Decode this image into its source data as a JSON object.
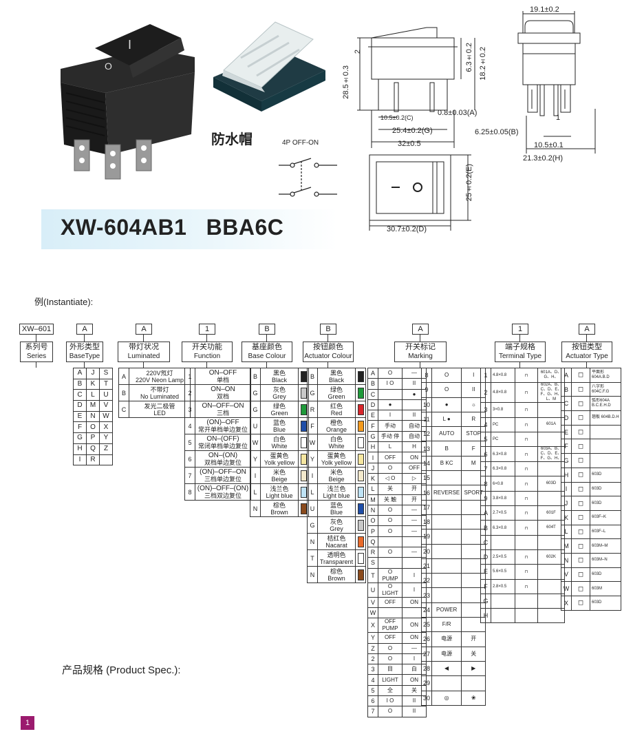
{
  "product": {
    "model": "XW-604AB1",
    "suffix": "BBA6C",
    "cap_label": "防水帽",
    "circuit_label": "4P  OFF-ON",
    "rocker_marks": {
      "off": "O",
      "on": "I"
    }
  },
  "dims": {
    "d_28_5": "28.5±0.3",
    "d_2": "2",
    "d_6_3": "6.3±0.2",
    "d_18_2": "18.2±0.2",
    "d_0_8": "0.8±0.03(A)",
    "d_10_5c": "10.5±0.2(C)",
    "d_25_4": "25.4±0.2(G)",
    "d_32": "32±0.5",
    "d_19_1": "19.1±0.2",
    "d_1": "1",
    "d_6_25": "6.25±0.05(B)",
    "d_10_5": "10.5±0.1",
    "d_21_3": "21.3±0.2(H)",
    "d_25e": "25±0.2(E)",
    "d_30_7": "30.7±0.2(D)"
  },
  "example_label": "例(Instantiate):",
  "spec_label": "产品规格 (Product Spec.):",
  "code_row": [
    "XW–601",
    "A",
    "A",
    "1",
    "B",
    "B",
    "A",
    "1",
    "A"
  ],
  "headers": [
    {
      "cn": "系列号",
      "en": "Series"
    },
    {
      "cn": "外形类型",
      "en": "BaseType"
    },
    {
      "cn": "带灯状况",
      "en": "Luminated"
    },
    {
      "cn": "开关功能",
      "en": "Function"
    },
    {
      "cn": "基座颜色",
      "en": "Base Colour"
    },
    {
      "cn": "按钮颜色",
      "en": "Actuator Colour"
    },
    {
      "cn": "开关标记",
      "en": "Marking"
    },
    {
      "cn": "端子规格",
      "en": "Terminal Type"
    },
    {
      "cn": "按钮类型",
      "en": "Actuator Type"
    }
  ],
  "basetype": [
    [
      "A",
      "J",
      "S"
    ],
    [
      "B",
      "K",
      "T"
    ],
    [
      "C",
      "L",
      "U"
    ],
    [
      "D",
      "M",
      "V"
    ],
    [
      "E",
      "N",
      "W"
    ],
    [
      "F",
      "O",
      "X"
    ],
    [
      "G",
      "P",
      "Y"
    ],
    [
      "H",
      "Q",
      "Z"
    ],
    [
      "I",
      "R",
      ""
    ]
  ],
  "luminated": [
    {
      "k": "A",
      "cn": "220V氖灯",
      "en": "220V Neon Lamp"
    },
    {
      "k": "B",
      "cn": "不带灯",
      "en": "No Luminated"
    },
    {
      "k": "C",
      "cn": "发光二极管",
      "en": "LED"
    }
  ],
  "function": [
    {
      "k": "1",
      "en": "ON–OFF",
      "cn": "单档"
    },
    {
      "k": "2",
      "en": "ON–ON",
      "cn": "双档"
    },
    {
      "k": "3",
      "en": "ON–OFF–ON",
      "cn": "三档"
    },
    {
      "k": "4",
      "en": "(ON)–OFF",
      "cn": "常开单档单边复位"
    },
    {
      "k": "5",
      "en": "ON–(OFF)",
      "cn": "常闭单档单边复位"
    },
    {
      "k": "6",
      "en": "ON–(ON)",
      "cn": "双档单边复位"
    },
    {
      "k": "7",
      "en": "(ON)–OFF–ON",
      "cn": "三档单边复位"
    },
    {
      "k": "8",
      "en": "(ON)–OFF–(ON)",
      "cn": "三档双边复位"
    }
  ],
  "base_colour": [
    {
      "k": "B",
      "cn": "黑色",
      "en": "Black",
      "c": "#222222"
    },
    {
      "k": "G",
      "cn": "灰色",
      "en": "Grey",
      "c": "#c8c8c8"
    },
    {
      "k": "G",
      "cn": "绿色",
      "en": "Green",
      "c": "#1f9a3a"
    },
    {
      "k": "U",
      "cn": "蓝色",
      "en": "Blue",
      "c": "#1f4ea8"
    },
    {
      "k": "W",
      "cn": "白色",
      "en": "White",
      "c": "#ffffff"
    },
    {
      "k": "Y",
      "cn": "蛋黄色",
      "en": "Yolk yellow",
      "c": "#f5e6a0"
    },
    {
      "k": "I",
      "cn": "米色",
      "en": "Beige",
      "c": "#f3e9cc"
    },
    {
      "k": "L",
      "cn": "浅兰色",
      "en": "Light blue",
      "c": "#bfe3f5"
    },
    {
      "k": "N",
      "cn": "棕色",
      "en": "Brown",
      "c": "#8a4a1c"
    }
  ],
  "actuator_colour": [
    {
      "k": "B",
      "cn": "黑色",
      "en": "Black",
      "c": "#222222"
    },
    {
      "k": "G",
      "cn": "绿色",
      "en": "Green",
      "c": "#1f9a3a"
    },
    {
      "k": "R",
      "cn": "红色",
      "en": "Red",
      "c": "#d8262b"
    },
    {
      "k": "F",
      "cn": "橙色",
      "en": "Orange",
      "c": "#f39a1e"
    },
    {
      "k": "W",
      "cn": "白色",
      "en": "White",
      "c": "#ffffff"
    },
    {
      "k": "Y",
      "cn": "蛋黄色",
      "en": "Yolk yellow",
      "c": "#f5e6a0"
    },
    {
      "k": "I",
      "cn": "米色",
      "en": "Beige",
      "c": "#f3e9cc"
    },
    {
      "k": "L",
      "cn": "浅兰色",
      "en": "Light blue",
      "c": "#bfe3f5"
    },
    {
      "k": "U",
      "cn": "蓝色",
      "en": "Blue",
      "c": "#1f4ea8"
    },
    {
      "k": "G",
      "cn": "灰色",
      "en": "Grey",
      "c": "#c8c8c8"
    },
    {
      "k": "N",
      "cn": "桔红色",
      "en": "Nacarat",
      "c": "#e86a2a"
    },
    {
      "k": "T",
      "cn": "透明色",
      "en": "Transparent",
      "c": "#ffffff"
    },
    {
      "k": "N",
      "cn": "棕色",
      "en": "Brown",
      "c": "#8a4a1c"
    }
  ],
  "marking_left": [
    {
      "k": "A",
      "a": "O",
      "b": "—"
    },
    {
      "k": "B",
      "a": "I  O",
      "b": "II"
    },
    {
      "k": "C",
      "a": "",
      "b": "●"
    },
    {
      "k": "D",
      "a": "●",
      "b": ""
    },
    {
      "k": "E",
      "a": "I",
      "b": "II"
    },
    {
      "k": "F",
      "a": "手动",
      "b": "自动"
    },
    {
      "k": "G",
      "a": "手动  停",
      "b": "自动"
    },
    {
      "k": "H",
      "a": "L",
      "b": "H"
    },
    {
      "k": "I",
      "a": "OFF",
      "b": "ON"
    },
    {
      "k": "J",
      "a": "O",
      "b": "OFF"
    },
    {
      "k": "K",
      "a": "◁  O",
      "b": "▷"
    },
    {
      "k": "L",
      "a": "关",
      "b": "开"
    },
    {
      "k": "M",
      "a": "关  触",
      "b": "开"
    },
    {
      "k": "N",
      "a": "O",
      "b": "—"
    },
    {
      "k": "O",
      "a": "O",
      "b": "—"
    },
    {
      "k": "P",
      "a": "O",
      "b": "—"
    },
    {
      "k": "Q",
      "a": "",
      "b": ""
    },
    {
      "k": "R",
      "a": "O",
      "b": "—"
    },
    {
      "k": "S",
      "a": "",
      "b": ""
    },
    {
      "k": "T",
      "a": "O  PUMP",
      "b": "I"
    },
    {
      "k": "U",
      "a": "O  LIGHT",
      "b": "I"
    },
    {
      "k": "V",
      "a": "OFF",
      "b": "ON"
    },
    {
      "k": "W",
      "a": "",
      "b": ""
    },
    {
      "k": "X",
      "a": "OFF PUMP",
      "b": "ON"
    },
    {
      "k": "Y",
      "a": "OFF",
      "b": "ON"
    },
    {
      "k": "Z",
      "a": "O",
      "b": "—"
    },
    {
      "k": "2",
      "a": "O",
      "b": "I"
    },
    {
      "k": "3",
      "a": "目",
      "b": "白"
    },
    {
      "k": "4",
      "a": "LIGHT",
      "b": "ON"
    },
    {
      "k": "5",
      "a": "全",
      "b": "关"
    },
    {
      "k": "6",
      "a": "I  O",
      "b": "II"
    },
    {
      "k": "7",
      "a": "O",
      "b": "II"
    }
  ],
  "marking_right": [
    {
      "k": "8",
      "a": "O",
      "b": "I"
    },
    {
      "k": "9",
      "a": "O",
      "b": "II"
    },
    {
      "k": "10",
      "a": "●",
      "b": "☼"
    },
    {
      "k": "11",
      "a": "L  ●",
      "b": "R"
    },
    {
      "k": "12",
      "a": "AUTO",
      "b": "STOP"
    },
    {
      "k": "13",
      "a": "B",
      "b": "F"
    },
    {
      "k": "14",
      "a": "B  KC",
      "b": "M"
    },
    {
      "k": "15",
      "a": "",
      "b": ""
    },
    {
      "k": "16",
      "a": "REVERSE",
      "b": "SPORT"
    },
    {
      "k": "17",
      "a": "",
      "b": ""
    },
    {
      "k": "18",
      "a": "",
      "b": ""
    },
    {
      "k": "19",
      "a": "",
      "b": ""
    },
    {
      "k": "20",
      "a": "",
      "b": ""
    },
    {
      "k": "21",
      "a": "",
      "b": ""
    },
    {
      "k": "22",
      "a": "",
      "b": ""
    },
    {
      "k": "23",
      "a": "",
      "b": ""
    },
    {
      "k": "24",
      "a": "POWER",
      "b": ""
    },
    {
      "k": "25",
      "a": "F/R",
      "b": ""
    },
    {
      "k": "26",
      "a": "电源",
      "b": "开"
    },
    {
      "k": "27",
      "a": "电源",
      "b": "关"
    },
    {
      "k": "28",
      "a": "◀",
      "b": "▶"
    },
    {
      "k": "29",
      "a": "",
      "b": ""
    },
    {
      "k": "30",
      "a": "◎",
      "b": "❀"
    }
  ],
  "terminal": [
    {
      "k": "1",
      "s": "4.8×0.8",
      "t": "601A、D、G、H、"
    },
    {
      "k": "2",
      "s": "4.8×0.8",
      "t": "602A、B、C、D、E、F、G、H、L、M"
    },
    {
      "k": "3",
      "s": "3×0.8",
      "t": ""
    },
    {
      "k": "4",
      "s": "PC",
      "t": "601A"
    },
    {
      "k": "5",
      "s": "PC",
      "t": ""
    },
    {
      "k": "6",
      "s": "6.3×0.8",
      "t": "603A、B、C、D、E、F、G、H、"
    },
    {
      "k": "7",
      "s": "6.3×0.8",
      "t": ""
    },
    {
      "k": "8",
      "s": "6×0.8",
      "t": "603D"
    },
    {
      "k": "9",
      "s": "3.8×0.8",
      "t": ""
    },
    {
      "k": "A",
      "s": "2.7×0.5",
      "t": "601F"
    },
    {
      "k": "B",
      "s": "6.3×0.8",
      "t": "604T"
    },
    {
      "k": "C",
      "s": "",
      "t": ""
    },
    {
      "k": "D",
      "s": "2.5×0.5",
      "t": "602K"
    },
    {
      "k": "E",
      "s": "5.6×0.5",
      "t": ""
    },
    {
      "k": "F",
      "s": "2.8×0.5",
      "t": ""
    },
    {
      "k": "G",
      "s": "",
      "t": ""
    },
    {
      "k": "H",
      "s": "",
      "t": ""
    }
  ],
  "actuator_type": [
    {
      "k": "A",
      "t": "平面形 604A.B.D"
    },
    {
      "k": "B",
      "t": "八字形 604C.F.G"
    },
    {
      "k": "C",
      "t": "弧形604A B.C.E.H.D"
    },
    {
      "k": "D",
      "t": "翘板 604B.D.H"
    },
    {
      "k": "E",
      "t": ""
    },
    {
      "k": "F",
      "t": ""
    },
    {
      "k": "G",
      "t": ""
    },
    {
      "k": "H",
      "t": "603D"
    },
    {
      "k": "I",
      "t": "603D"
    },
    {
      "k": "J",
      "t": "603D"
    },
    {
      "k": "K",
      "t": "603F–K"
    },
    {
      "k": "L",
      "t": "603F–L"
    },
    {
      "k": "M",
      "t": "603M–M"
    },
    {
      "k": "N",
      "t": "603M–N"
    },
    {
      "k": "V",
      "t": "603D"
    },
    {
      "k": "W",
      "t": "603M"
    },
    {
      "k": "X",
      "t": "603D"
    }
  ],
  "page_number": "1"
}
